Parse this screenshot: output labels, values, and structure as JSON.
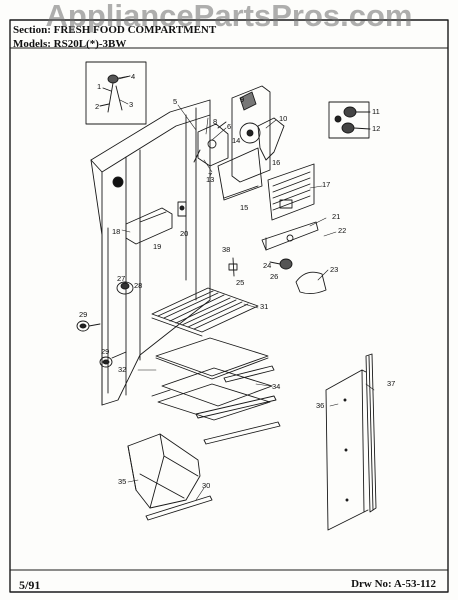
{
  "header": {
    "section": "Section: FRESH FOOD COMPARTMENT",
    "models": "Models:   RS20L(*)-3BW",
    "watermark": "AppliancePartsPros.com"
  },
  "footer": {
    "date": "5/91",
    "drawing_number": "Drw No: A-53-112"
  },
  "callouts": {
    "c1": "1",
    "c2": "2",
    "c3": "3",
    "c4": "4",
    "c5": "5",
    "c6": "6",
    "c7": "7",
    "c8": "8",
    "c9": "9",
    "c10": "10",
    "c11": "11",
    "c12": "12",
    "c13": "13",
    "c14": "14",
    "c15": "15",
    "c16": "16",
    "c17": "17",
    "c18": "18",
    "c19": "19",
    "c20": "20",
    "c21": "21",
    "c22": "22",
    "c23": "23",
    "c24": "24",
    "c25": "25",
    "c26": "26",
    "c27": "27",
    "c28": "28",
    "c29a": "29",
    "c29b": "29",
    "c30": "30",
    "c31": "31",
    "c32": "32",
    "c34": "34",
    "c35": "35",
    "c36": "36",
    "c37": "37",
    "c38": "38"
  }
}
